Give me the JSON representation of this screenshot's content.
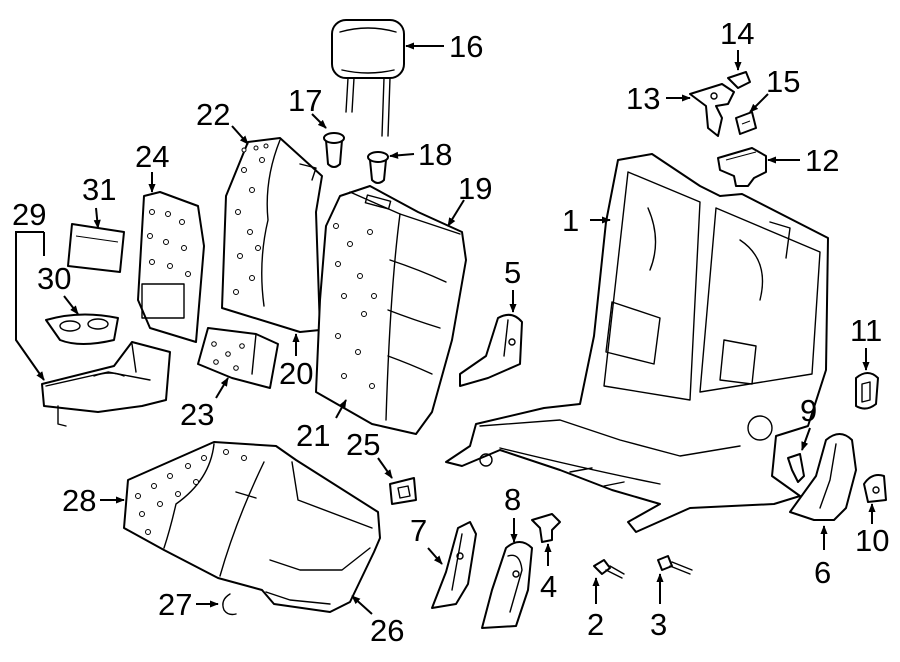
{
  "colors": {
    "ink": "#000000",
    "paper": "#ffffff"
  },
  "callouts": [
    {
      "label": "1"
    },
    {
      "label": "2"
    },
    {
      "label": "3"
    },
    {
      "label": "4"
    },
    {
      "label": "5"
    },
    {
      "label": "6"
    },
    {
      "label": "7"
    },
    {
      "label": "8"
    },
    {
      "label": "9"
    },
    {
      "label": "10"
    },
    {
      "label": "11"
    },
    {
      "label": "12"
    },
    {
      "label": "13"
    },
    {
      "label": "14"
    },
    {
      "label": "15"
    },
    {
      "label": "16"
    },
    {
      "label": "17"
    },
    {
      "label": "18"
    },
    {
      "label": "19"
    },
    {
      "label": "20"
    },
    {
      "label": "21"
    },
    {
      "label": "22"
    },
    {
      "label": "23"
    },
    {
      "label": "24"
    },
    {
      "label": "25"
    },
    {
      "label": "26"
    },
    {
      "label": "27"
    },
    {
      "label": "28"
    },
    {
      "label": "29"
    },
    {
      "label": "30"
    },
    {
      "label": "31"
    }
  ]
}
